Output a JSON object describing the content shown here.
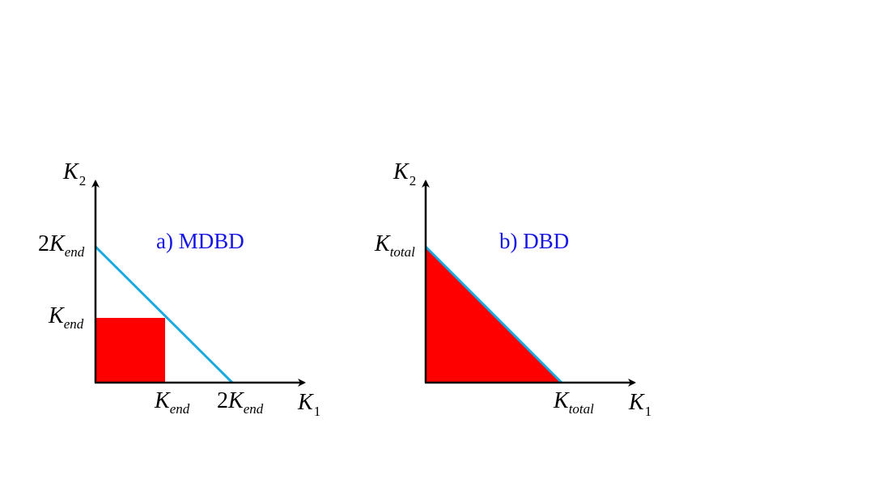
{
  "colors": {
    "region_fill": "#ff0000",
    "boundary_line": "#17a9e0",
    "title_text": "#1515e6",
    "axis": "#000000"
  },
  "panel_a": {
    "title": "a)  MDBD",
    "y_axis": {
      "symbol": "K",
      "subscript": "2"
    },
    "x_axis": {
      "symbol": "K",
      "subscript": "1"
    },
    "y_ticks": [
      {
        "coef": "2",
        "symbol": "K",
        "subscript": "end"
      },
      {
        "coef": "",
        "symbol": "K",
        "subscript": "end"
      }
    ],
    "x_ticks": [
      {
        "coef": "",
        "symbol": "K",
        "subscript": "end"
      },
      {
        "coef": "2",
        "symbol": "K",
        "subscript": "end"
      }
    ]
  },
  "panel_b": {
    "title": "b)  DBD",
    "y_axis": {
      "symbol": "K",
      "subscript": "2"
    },
    "x_axis": {
      "symbol": "K",
      "subscript": "1"
    },
    "y_ticks": [
      {
        "coef": "",
        "symbol": "K",
        "subscript": "total"
      }
    ],
    "x_ticks": [
      {
        "coef": "",
        "symbol": "K",
        "subscript": "total"
      }
    ]
  }
}
